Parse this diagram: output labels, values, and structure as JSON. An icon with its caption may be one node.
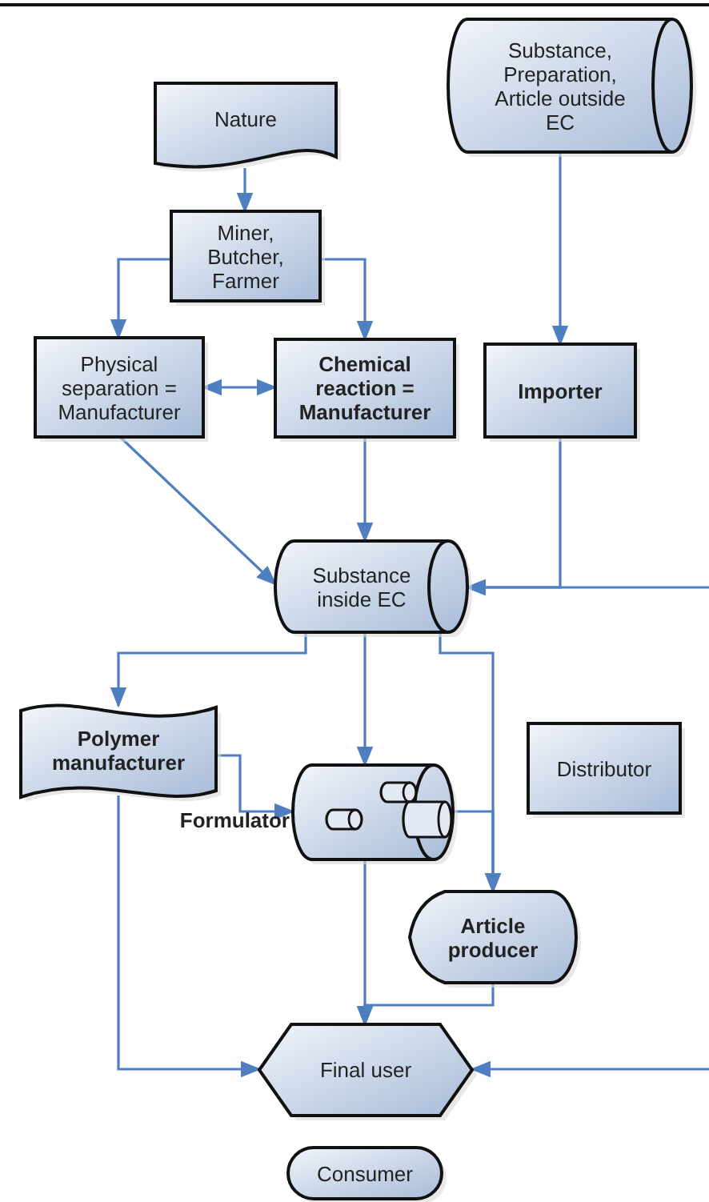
{
  "diagram": {
    "nodes": [
      {
        "text": [
          "Substance, Preparation, Article outside EC"
        ]
      },
      {
        "text": [
          "Nature"
        ]
      },
      {
        "text": [
          "Miner, Butcher, Farmer"
        ]
      },
      {
        "text": [
          "Physical separation = Manufacturer"
        ]
      },
      {
        "text": [
          "Chemical reaction = Manufacturer"
        ]
      },
      {
        "text": [
          "Importer"
        ]
      },
      {
        "text": [
          "Substance inside EC"
        ]
      },
      {
        "text": [
          "Polymer manufacturer"
        ]
      },
      {
        "text": [
          "Formulator"
        ]
      },
      {
        "text": [
          "Distributor"
        ]
      },
      {
        "text": [
          "Article producer"
        ]
      },
      {
        "text": [
          "Final user"
        ]
      },
      {
        "text": [
          "Consumer"
        ]
      }
    ],
    "edges": [
      {
        "from": 0,
        "to": 5,
        "arrow": "to"
      },
      {
        "from": 1,
        "to": 2,
        "arrow": "to"
      },
      {
        "from": 2,
        "to": 3,
        "arrow": "to"
      },
      {
        "from": 2,
        "to": 4,
        "arrow": "to"
      },
      {
        "from": 3,
        "to": 4,
        "arrow": "both"
      },
      {
        "from": 3,
        "to": 6,
        "arrow": "to"
      },
      {
        "from": 4,
        "to": 6,
        "arrow": "to"
      },
      {
        "from": 5,
        "to": 6,
        "arrow": "to"
      },
      {
        "from": null,
        "to": 6,
        "arrow": "to"
      },
      {
        "from": 6,
        "to": 7,
        "arrow": "to"
      },
      {
        "from": 6,
        "to": 8,
        "arrow": "to"
      },
      {
        "from": 6,
        "to": 10,
        "arrow": "to"
      },
      {
        "from": 7,
        "to": 8,
        "arrow": "to"
      },
      {
        "from": 8,
        "to": 10,
        "arrow": "to"
      },
      {
        "from": 7,
        "to": 11,
        "arrow": "to"
      },
      {
        "from": 8,
        "to": 11,
        "arrow": "to"
      },
      {
        "from": 10,
        "to": 11,
        "arrow": "to"
      },
      {
        "from": null,
        "to": 11,
        "arrow": "to"
      }
    ]
  }
}
